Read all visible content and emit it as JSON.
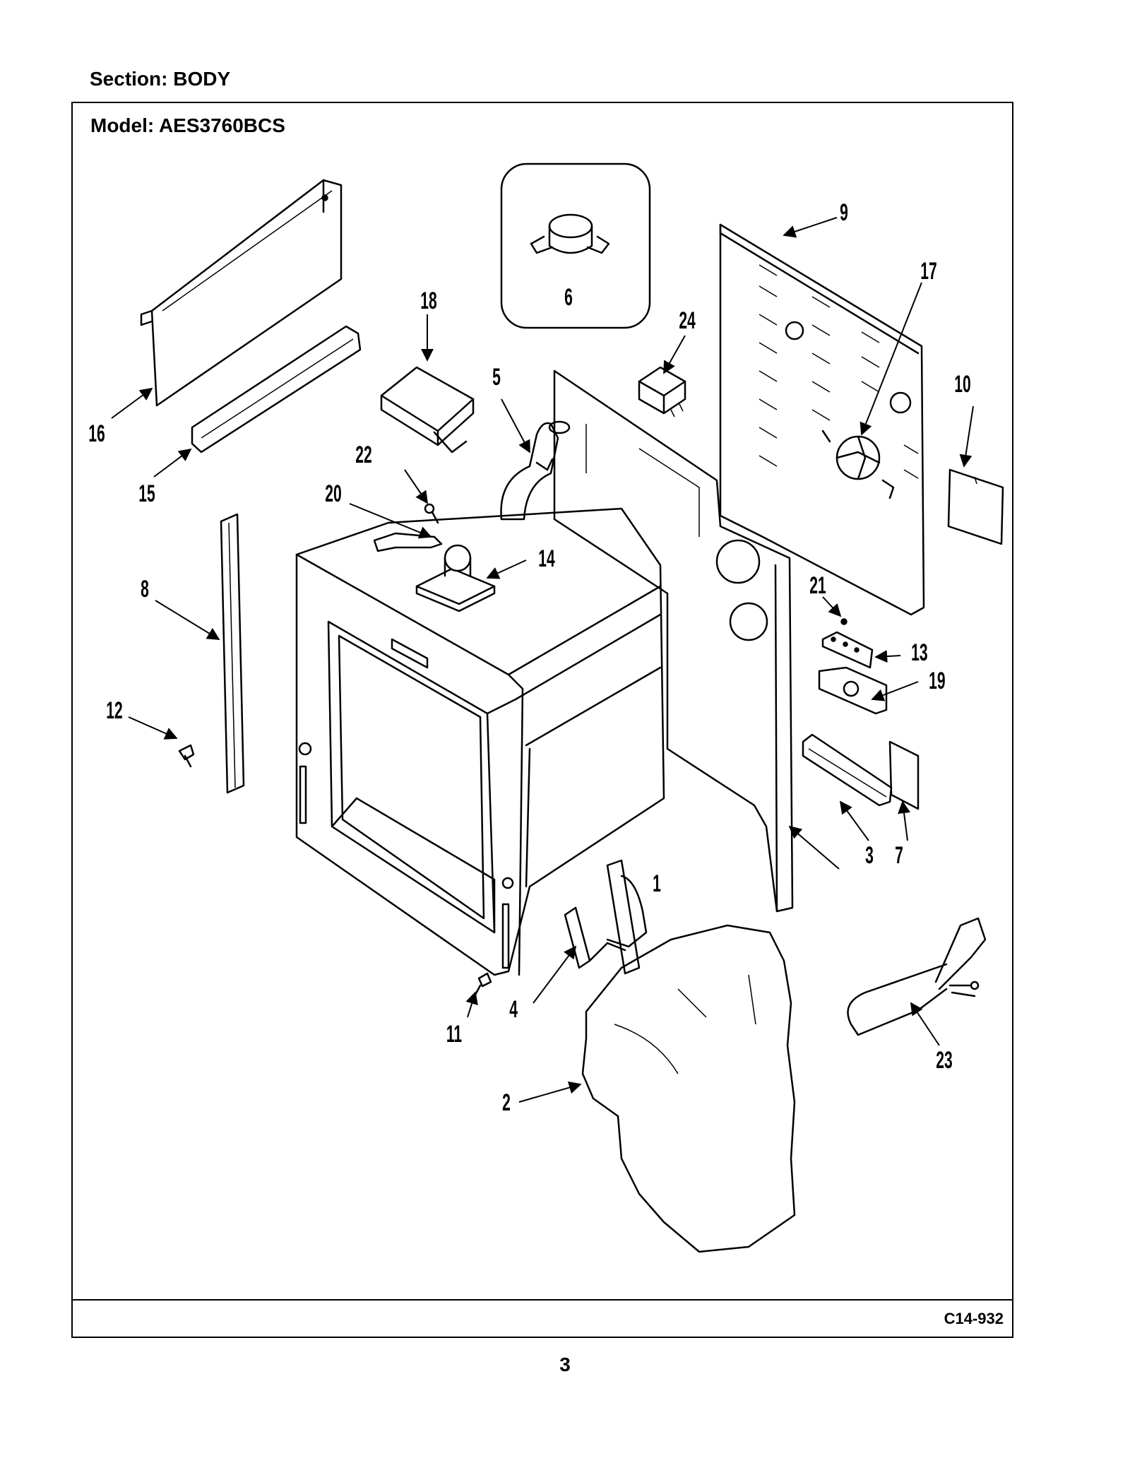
{
  "header": {
    "section": "Section:  BODY",
    "model": "Model:  AES3760BCS"
  },
  "footer": {
    "diagram_code": "C14-932",
    "page_number": "3"
  },
  "callouts": [
    "1",
    "2",
    "3",
    "4",
    "5",
    "6",
    "7",
    "8",
    "9",
    "10",
    "11",
    "12",
    "13",
    "14",
    "15",
    "16",
    "17",
    "18",
    "19",
    "20",
    "21",
    "22",
    "23",
    "24"
  ]
}
